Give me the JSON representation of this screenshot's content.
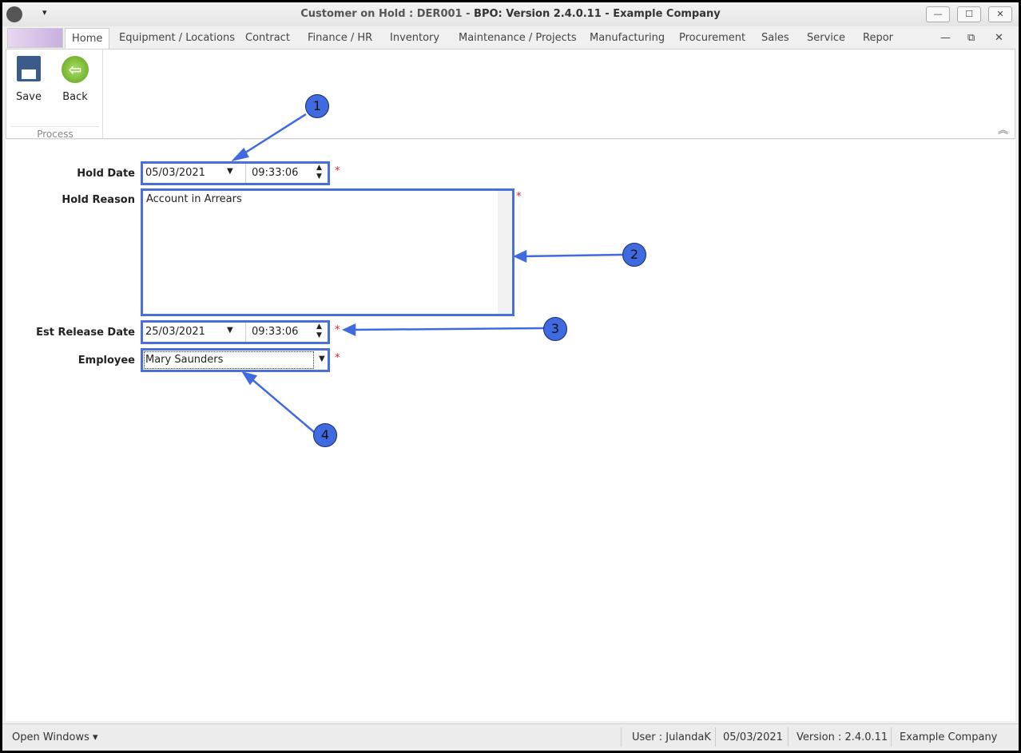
{
  "window": {
    "title_prefix": "Customer on Hold : DER001 - ",
    "title_main": "BPO: Version 2.4.0.11 - Example Company",
    "minimize": "—",
    "maximize": "☐",
    "close": "✕",
    "qat": "▾"
  },
  "tabs": [
    "Home",
    "Equipment / Locations",
    "Contract",
    "Finance / HR",
    "Inventory",
    "Maintenance / Projects",
    "Manufacturing",
    "Procurement",
    "Sales",
    "Service",
    "Repor"
  ],
  "ribbon": {
    "save": "Save",
    "back": "Back",
    "group": "Process",
    "mdi_min": "—",
    "mdi_restore": "⧉",
    "mdi_close": "✕"
  },
  "form": {
    "hold_date_label": "Hold Date",
    "hold_date": "05/03/2021",
    "hold_time": "09:33:06",
    "hold_reason_label": "Hold Reason",
    "hold_reason": "Account in Arrears",
    "release_label": "Est Release Date",
    "release_date": "25/03/2021",
    "release_time": "09:33:06",
    "employee_label": "Employee",
    "employee": "Mary Saunders",
    "required": "*"
  },
  "annotations": [
    "1",
    "2",
    "3",
    "4"
  ],
  "status": {
    "open_windows": "Open Windows ▾",
    "user": "User : JulandaK",
    "date": "05/03/2021",
    "version": "Version : 2.4.0.11",
    "company": "Example Company"
  }
}
